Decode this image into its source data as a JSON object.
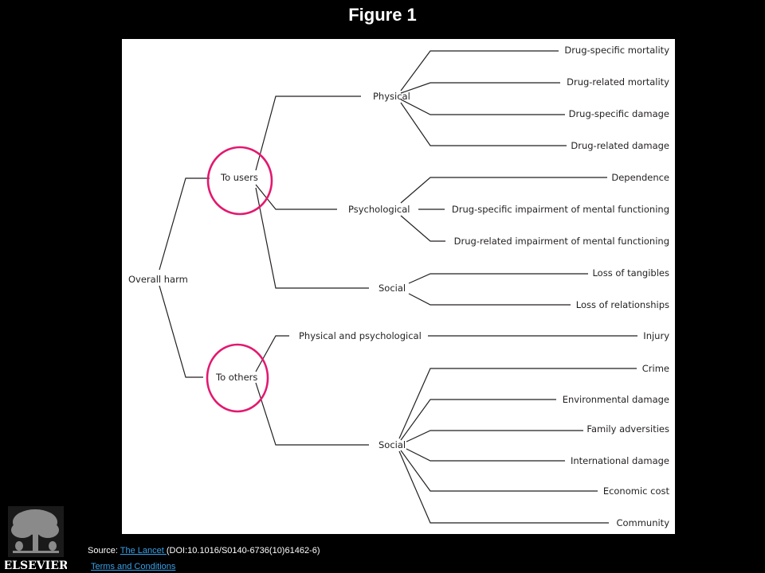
{
  "slide_title": "Figure 1",
  "diagram": {
    "root": "Overall harm",
    "groups": {
      "users": "To users",
      "others": "To others"
    },
    "categories": {
      "physical": "Physical",
      "psychological": "Psychological",
      "social_users": "Social",
      "physical_psychological": "Physical and psychological",
      "social_others": "Social"
    },
    "criteria": [
      "Drug-specific mortality",
      "Drug-related mortality",
      "Drug-specific damage",
      "Drug-related damage",
      "Dependence",
      "Drug-specific impairment of mental functioning",
      "Drug-related impairment of mental functioning",
      "Loss of tangibles",
      "Loss of relationships",
      "Injury",
      "Crime",
      "Environmental damage",
      "Family adversities",
      "International damage",
      "Economic cost",
      "Community"
    ],
    "highlight_color": "#e3186e",
    "line_color": "#231f20"
  },
  "footer": {
    "source_prefix": "Source: ",
    "source_link": "The Lancet ",
    "source_doi": "(DOI:10.1016/S0140-6736(10)61462-6)",
    "terms_link": "Terms and Conditions",
    "logo_text": "ELSEVIER"
  }
}
